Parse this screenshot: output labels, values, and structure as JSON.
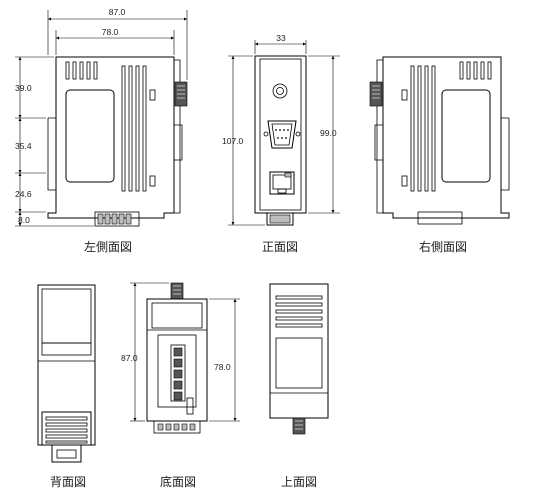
{
  "dimensions": {
    "left_width_total": "87.0",
    "left_width_body": "78.0",
    "left_h_top": "39.0",
    "left_h_mid": "35.4",
    "left_h_low": "24.6",
    "left_h_foot": "8.0",
    "front_width": "33",
    "front_height_total": "107.0",
    "front_height_body": "99.0",
    "bottom_height_total": "87.0",
    "bottom_height_body": "78.0"
  },
  "captions": {
    "left": "左側面図",
    "front": "正面図",
    "right": "右側面図",
    "back": "背面図",
    "bottom": "底面図",
    "top": "上面図"
  }
}
